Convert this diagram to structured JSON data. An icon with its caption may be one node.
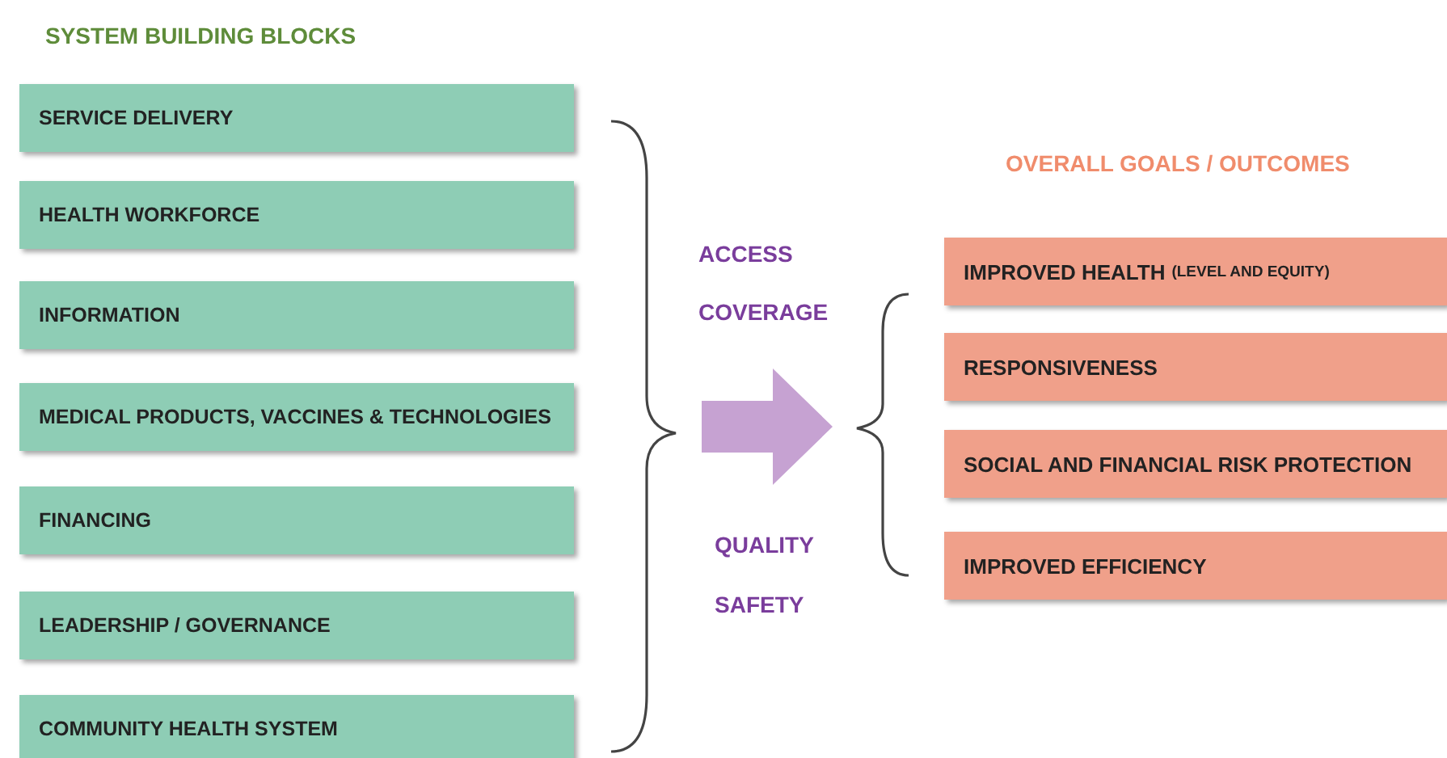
{
  "diagram": {
    "nodes": [
      {
        "text": [
          "SERVICE DELIVERY"
        ]
      },
      {
        "text": [
          "HEALTH WORKFORCE"
        ]
      },
      {
        "text": [
          "INFORMATION"
        ]
      },
      {
        "text": [
          "MEDICAL PRODUCTS, VACCINES & TECHNOLOGIES"
        ]
      },
      {
        "text": [
          "FINANCING"
        ]
      },
      {
        "text": [
          "LEADERSHIP / GOVERNANCE"
        ]
      },
      {
        "text": [
          "COMMUNITY HEALTH SYSTEM"
        ]
      },
      {
        "text": [
          "IMPROVED HEALTH",
          "(LEVEL AND EQUITY)"
        ]
      },
      {
        "text": [
          "RESPONSIVENESS"
        ]
      },
      {
        "text": [
          "SOCIAL AND FINANCIAL RISK PROTECTION"
        ]
      },
      {
        "text": [
          "IMPROVED EFFICIENCY"
        ]
      }
    ],
    "edges": [],
    "labels": [
      "SYSTEM BUILDING BLOCKS",
      "ACCESS",
      "COVERAGE",
      "OVERALL GOALS / OUTCOMES",
      "QUALITY",
      "SAFETY"
    ]
  }
}
